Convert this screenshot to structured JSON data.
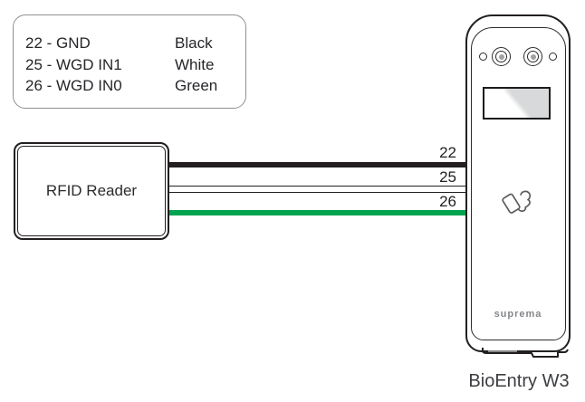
{
  "legend": {
    "rows": [
      {
        "pin": "22 - GND",
        "wire_color": "Black"
      },
      {
        "pin": "25 - WGD IN1",
        "wire_color": "White"
      },
      {
        "pin": "26 - WGD IN0",
        "wire_color": "Green"
      }
    ]
  },
  "reader": {
    "label": "RFID Reader"
  },
  "wires": [
    {
      "pin": "22",
      "color_name": "Black",
      "color": "#231f20"
    },
    {
      "pin": "25",
      "color_name": "White",
      "color": "#ffffff"
    },
    {
      "pin": "26",
      "color_name": "Green",
      "color": "#00a44f"
    }
  ],
  "device": {
    "brand": "suprema",
    "model": "BioEntry W3"
  },
  "icons": {
    "camera": "camera-lens-icon",
    "led": "led-dot-icon",
    "card_tap": "card-tap-icon"
  },
  "colors": {
    "outline": "#231f20",
    "legend_border": "#8e9093",
    "screen_gray": "#d7d9da",
    "brand_gray": "#85878a",
    "wire_green": "#00a44f"
  }
}
